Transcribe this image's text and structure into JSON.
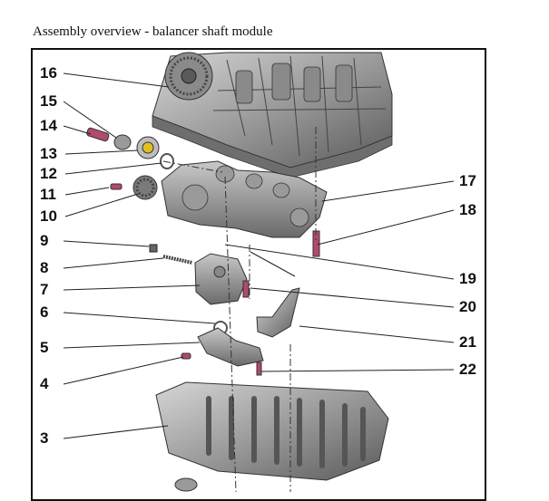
{
  "header": {
    "title": "Assembly overview - balancer shaft module"
  },
  "callouts": {
    "left": [
      "16",
      "15",
      "14",
      "13",
      "12",
      "11",
      "10",
      "9",
      "8",
      "7",
      "6",
      "5",
      "4",
      "3"
    ],
    "right": [
      "17",
      "18",
      "19",
      "20",
      "21",
      "22"
    ]
  }
}
